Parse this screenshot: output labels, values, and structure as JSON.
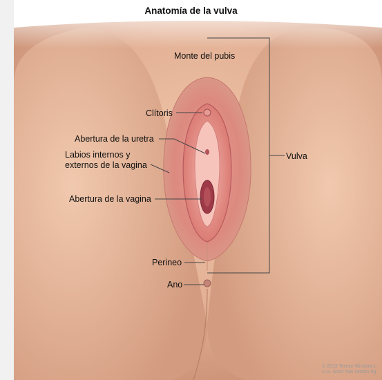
{
  "title": "Anatomía de la vulva",
  "labels": {
    "mons": "Monte del pubis",
    "clitoris": "Clítoris",
    "urethra": "Abertura de la uretra",
    "labia_line1": "Labios internos y",
    "labia_line2": "externos de la vagina",
    "vagina": "Abertura de la vagina",
    "perineum": "Perineo",
    "anus": "Ano",
    "vulva": "Vulva"
  },
  "credit": {
    "line1": "© 2013 Terese Winslow L",
    "line2": "U.S. Govt. has certain rig"
  },
  "colors": {
    "skin": "#e6b79b",
    "skin_shadow": "#c98f73",
    "pink": "#d9807a",
    "deep_pink": "#b3525a",
    "line": "#444444"
  }
}
